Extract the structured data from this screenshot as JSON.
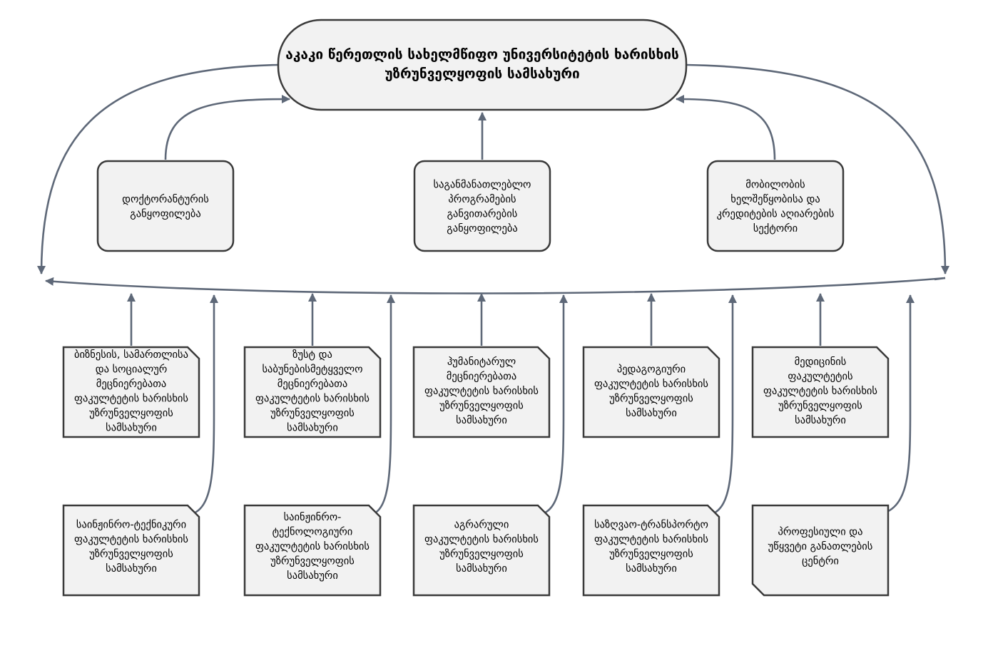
{
  "root": {
    "lines": [
      "აკაკი წერეთლის სახელმწიფო უნივერსიტეტის ხარისხის",
      "უზრუნველყოფის სამსახური"
    ]
  },
  "sectors": [
    {
      "id": "doctoral",
      "lines": [
        "დოქტორანტურის",
        "განყოფილება"
      ]
    },
    {
      "id": "programs",
      "lines": [
        "საგანმანათლებლო",
        "პროგრამების",
        "განვითარების",
        "განყოფილება"
      ]
    },
    {
      "id": "mobility",
      "lines": [
        "მობილობის",
        "ხელშეწყობისა და",
        "კრედიტების აღიარების",
        "სექტორი"
      ]
    }
  ],
  "faculties_row1": [
    {
      "id": "business",
      "lines": [
        "ბიზნესის, სამართლისა",
        "და სოციალურ",
        "მეცნიერებათა",
        "ფაკულტეტის ხარისხის",
        "უზრუნველყოფის",
        "სამსახური"
      ]
    },
    {
      "id": "exact",
      "lines": [
        "ზუსტ და",
        "საბუნებისმეტყველო",
        "მეცნიერებათა",
        "ფაკულტეტის ხარისხის",
        "უზრუნველყოფის",
        "სამსახური"
      ]
    },
    {
      "id": "humanities",
      "lines": [
        "ჰუმანიტარულ",
        "მეცნიერებათა",
        "ფაკულტეტის ხარისხის",
        "უზრუნველყოფის",
        "სამსახური"
      ]
    },
    {
      "id": "pedagogical",
      "lines": [
        "პედაგოგიური",
        "ფაკულტეტის ხარისხის",
        "უზრუნველყოფის",
        "სამსახური"
      ]
    },
    {
      "id": "medicine",
      "lines": [
        "მედიცინის",
        "ფაკულტეტის",
        "ფაკულტეტის ხარისხის",
        "უზრუნველყოფის",
        "სამსახური"
      ]
    }
  ],
  "faculties_row2": [
    {
      "id": "engineering",
      "lines": [
        "საინჟინრო-ტექნიკური",
        "ფაკულტეტის ხარისხის",
        "უზრუნველყოფის",
        "სამსახური"
      ]
    },
    {
      "id": "tech",
      "lines": [
        "საინჟინრო-",
        "ტექნოლოგიური",
        "ფაკულტეტის ხარისხის",
        "უზრუნველყოფის",
        "სამსახური"
      ]
    },
    {
      "id": "agrarian",
      "lines": [
        "აგრარული",
        "ფაკულტეტის ხარისხის",
        "უზრუნველყოფის",
        "სამსახური"
      ]
    },
    {
      "id": "maritime",
      "lines": [
        "საზღვაო-ტრანსპორტო",
        "ფაკულტეტის ხარისხის",
        "უზრუნველყოფის",
        "სამსახური"
      ]
    },
    {
      "id": "vocational",
      "lines": [
        "პროფესიული და",
        "უწყვეტი განათლების",
        "ცენტრი"
      ]
    }
  ]
}
